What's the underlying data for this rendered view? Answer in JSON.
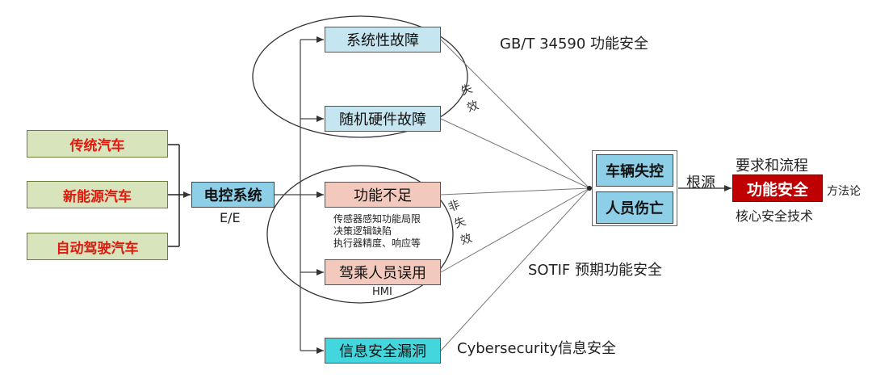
{
  "vehicles": [
    "传统汽车",
    "新能源汽车",
    "自动驾驶汽车"
  ],
  "ecu": {
    "label": "电控系统",
    "sublabel": "E/E"
  },
  "hazards": {
    "systematic_fault": "系统性故障",
    "random_hw_fault": "随机硬件故障",
    "insufficient_function": "功能不足",
    "insufficiency_notes": [
      "传感器感知功能局限",
      "决策逻辑缺陷",
      "执行器精度、响应等"
    ],
    "driver_misuse": "驾乘人员误用",
    "hmi": "HMI",
    "security_vuln": "信息安全漏洞"
  },
  "edge_labels": {
    "failure": [
      "失",
      "效"
    ],
    "non_failure": [
      "非",
      "失",
      "效"
    ]
  },
  "standards": {
    "iso26262": "GB/T 34590  功能安全",
    "sotif": "SOTIF  预期功能安全",
    "cyber": "Cybersecurity信息安全"
  },
  "outcomes": {
    "loss_of_control": "车辆失控",
    "casualties": "人员伤亡"
  },
  "root_cause": "根源",
  "functional_safety": {
    "label": "功能安全",
    "top": "要求和流程",
    "right": "方法论",
    "bottom": "核心安全技术"
  },
  "colors": {
    "vehicle_text": "#e0190f",
    "vehicle_fill": "#d8e4bc",
    "fault_fill": "#c5e6f0",
    "sotif_fill": "#f2c9bc",
    "security_fill": "#44d6dd",
    "ecu_fill": "#8ecfe8",
    "functional_safety_fill": "#c00000"
  }
}
